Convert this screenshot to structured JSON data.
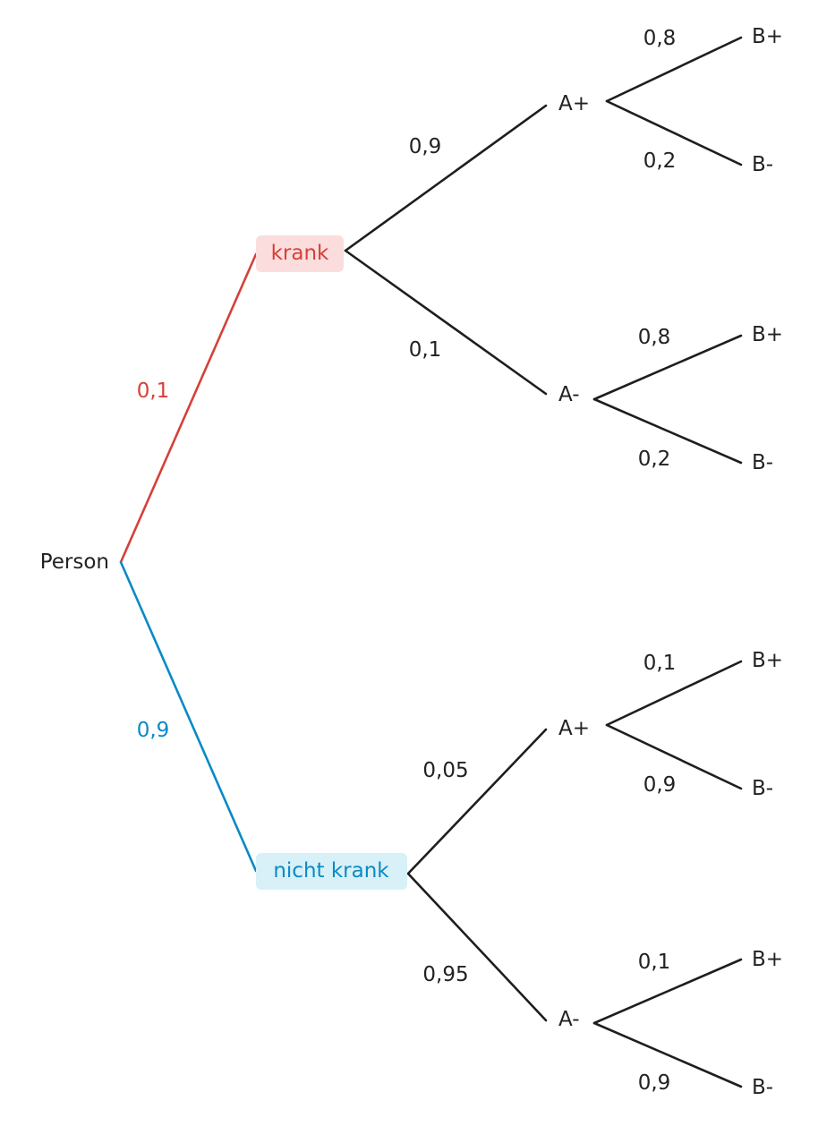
{
  "root": {
    "label": "Person"
  },
  "colors": {
    "sick": "#d6403a",
    "sick_bg": "#fbdddd",
    "healthy": "#0a8ac4",
    "healthy_bg": "#d8f0f7",
    "line": "#1e1e1e"
  },
  "level1": [
    {
      "label": "krank",
      "prob": "0,1"
    },
    {
      "label": "nicht krank",
      "prob": "0,9"
    }
  ],
  "level2": [
    {
      "label": "A+",
      "prob": "0,9"
    },
    {
      "label": "A-",
      "prob": "0,1"
    },
    {
      "label": "A+",
      "prob": "0,05"
    },
    {
      "label": "A-",
      "prob": "0,95"
    }
  ],
  "level3": [
    {
      "label": "B+",
      "prob": "0,8"
    },
    {
      "label": "B-",
      "prob": "0,2"
    },
    {
      "label": "B+",
      "prob": "0,8"
    },
    {
      "label": "B-",
      "prob": "0,2"
    },
    {
      "label": "B+",
      "prob": "0,1"
    },
    {
      "label": "B-",
      "prob": "0,9"
    },
    {
      "label": "B+",
      "prob": "0,1"
    },
    {
      "label": "B-",
      "prob": "0,9"
    }
  ]
}
